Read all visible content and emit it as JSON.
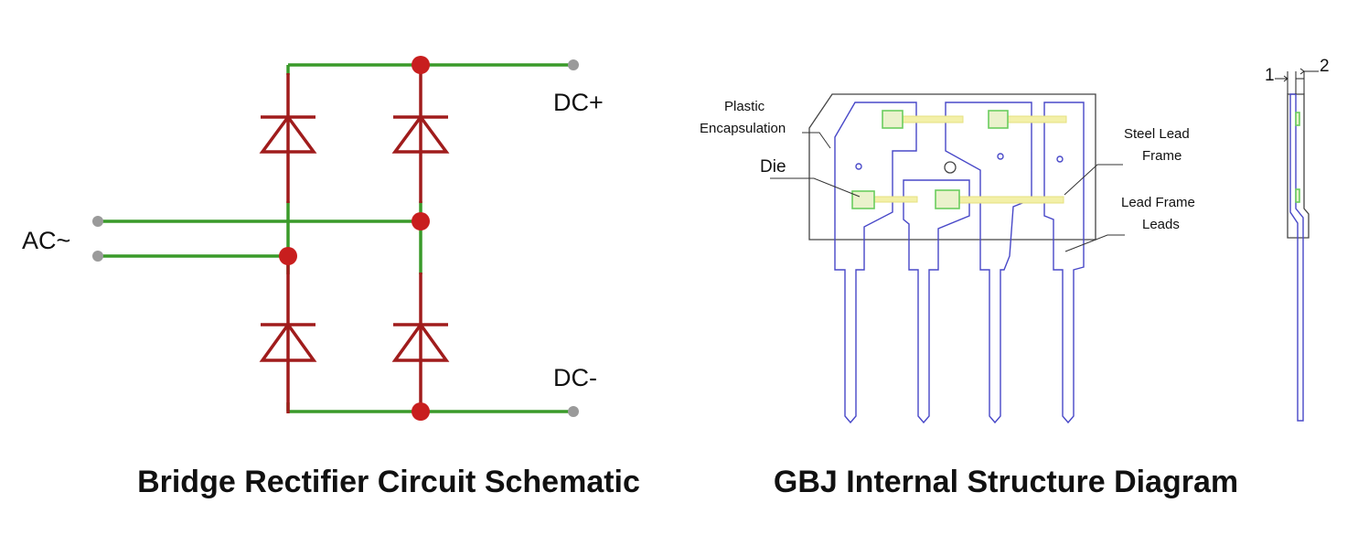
{
  "schematic": {
    "caption": "Bridge Rectifier Circuit Schematic",
    "labels": {
      "dc_plus": "DC+",
      "dc_minus": "DC-",
      "ac": "AC~"
    },
    "colors": {
      "conductor": "#3a9a2a",
      "diode": "#a01c1c",
      "junction": "#c81e1e",
      "terminal": "#9a9a9a"
    }
  },
  "structure": {
    "caption": "GBJ Internal Structure Diagram",
    "labels": {
      "plastic_1": "Plastic",
      "plastic_2": "Encapsulation",
      "die": "Die",
      "steel_1": "Steel Lead",
      "steel_2": "Frame",
      "leads_1": "Lead Frame",
      "leads_2": "Leads",
      "dim_1": "1",
      "dim_2": "2"
    },
    "colors": {
      "lead_frame": "#4848c8",
      "die": "#6acd5e",
      "package_outline": "#444444"
    }
  }
}
